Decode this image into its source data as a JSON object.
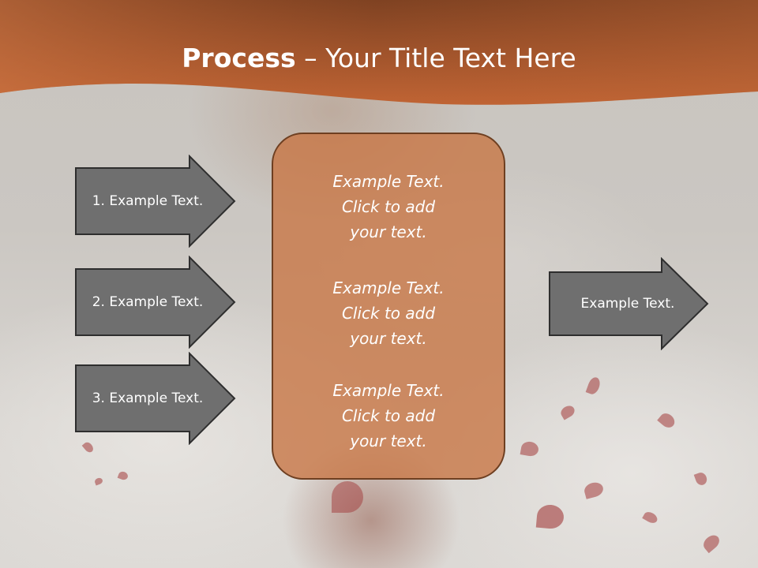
{
  "title": {
    "bold": "Process",
    "rest": " – Your Title Text Here"
  },
  "left_arrows": [
    {
      "label": "1. Example Text."
    },
    {
      "label": "2. Example Text."
    },
    {
      "label": "3. Example Text."
    }
  ],
  "center_box": {
    "paragraphs": [
      {
        "line1": "Example Text.",
        "line2": "Click  to add",
        "line3": "your text."
      },
      {
        "line1": "Example Text.",
        "line2": "Click  to add",
        "line3": "your text."
      },
      {
        "line1": "Example Text.",
        "line2": "Click  to add",
        "line3": "your text."
      }
    ]
  },
  "right_arrow": {
    "label": "Example Text."
  },
  "colors": {
    "header_dark": "#8a4a25",
    "header_light": "#c8693a",
    "arrow_fill": "#6f6f6f",
    "arrow_stroke": "#2e2e2e",
    "box_fill": "#c87442",
    "box_stroke": "#6e3f21"
  }
}
